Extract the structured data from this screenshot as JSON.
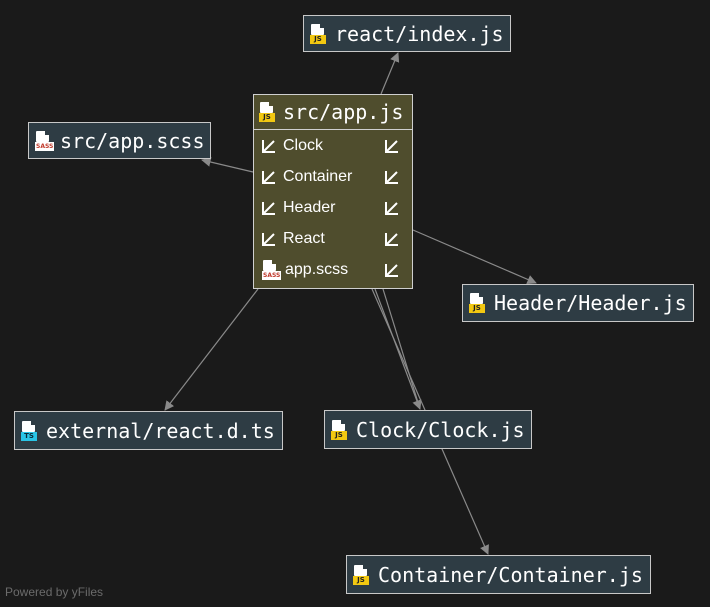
{
  "main_node": {
    "title": "src/app.js",
    "icon": "js-file-icon",
    "members": [
      {
        "label": "Clock",
        "icon": "import-arrow-icon"
      },
      {
        "label": "Container",
        "icon": "import-arrow-icon"
      },
      {
        "label": "Header",
        "icon": "import-arrow-icon"
      },
      {
        "label": "React",
        "icon": "import-arrow-icon"
      },
      {
        "label": "app.scss",
        "icon": "sass-file-icon"
      }
    ]
  },
  "nodes": [
    {
      "id": "react-index",
      "label": "react/index.js",
      "badge": "JS"
    },
    {
      "id": "app-scss",
      "label": "src/app.scss",
      "badge": "SASS"
    },
    {
      "id": "header",
      "label": "Header/Header.js",
      "badge": "JS"
    },
    {
      "id": "react-dts",
      "label": "external/react.d.ts",
      "badge": "TS"
    },
    {
      "id": "clock",
      "label": "Clock/Clock.js",
      "badge": "JS"
    },
    {
      "id": "container",
      "label": "Container/Container.js",
      "badge": "JS"
    }
  ],
  "colors": {
    "background": "#1a1a1a",
    "node_fill": "#2e3c44",
    "main_node_fill": "#4f4d2d",
    "edge": "#8a8a8a",
    "js_badge": "#f2c811",
    "ts_badge": "#29c4e6"
  },
  "watermark": "Powered by yFiles"
}
